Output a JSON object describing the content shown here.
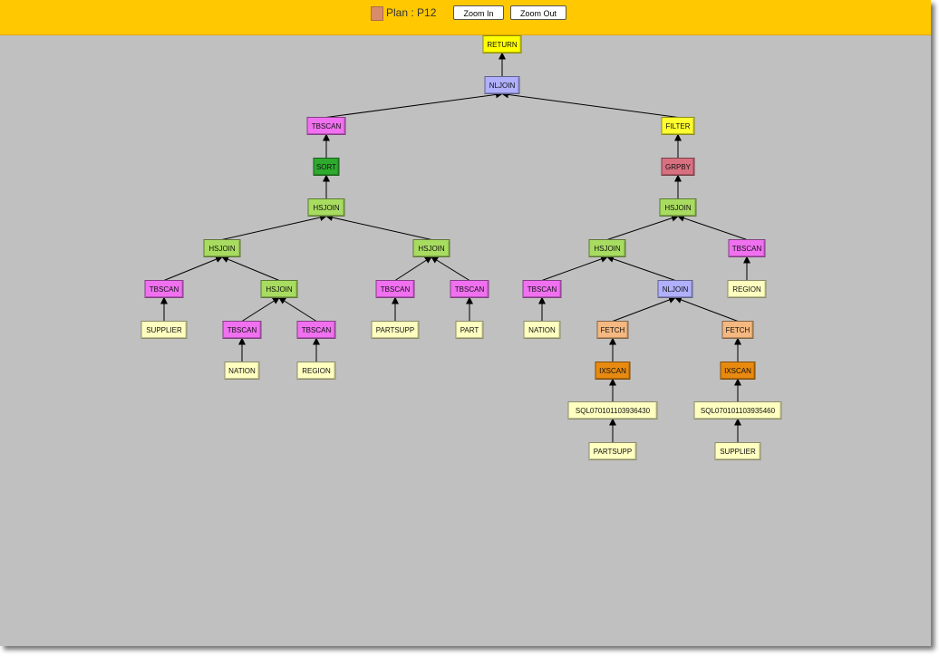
{
  "toolbar": {
    "plan_label": "Plan : P12",
    "plan_color": "#d98c6a",
    "zoom_in_label": "Zoom In",
    "zoom_out_label": "Zoom Out"
  },
  "colors": {
    "toolbar_bg": "#ffc800",
    "canvas_bg": "#c0c0c0",
    "RETURN": "#ffff00",
    "NLJOIN": "#b0b0ff",
    "TBSCAN": "#f070f0",
    "FILTER": "#ffff30",
    "SORT": "#2eaa2e",
    "GRPBY": "#d87080",
    "HSJOIN": "#a8dc60",
    "FETCH": "#f4b880",
    "IXSCAN": "#e88a10",
    "table": "#ffffc0",
    "index": "#ffffc0"
  },
  "nodes": [
    {
      "id": "n1",
      "label": "RETURN",
      "kind": "RETURN"
    },
    {
      "id": "n2",
      "label": "NLJOIN",
      "kind": "NLJOIN"
    },
    {
      "id": "n3",
      "label": "TBSCAN",
      "kind": "TBSCAN"
    },
    {
      "id": "n4",
      "label": "FILTER",
      "kind": "FILTER"
    },
    {
      "id": "n5",
      "label": "SORT",
      "kind": "SORT"
    },
    {
      "id": "n6",
      "label": "GRPBY",
      "kind": "GRPBY"
    },
    {
      "id": "n7",
      "label": "HSJOIN",
      "kind": "HSJOIN"
    },
    {
      "id": "n8",
      "label": "HSJOIN",
      "kind": "HSJOIN"
    },
    {
      "id": "n9",
      "label": "HSJOIN",
      "kind": "HSJOIN"
    },
    {
      "id": "n10",
      "label": "HSJOIN",
      "kind": "HSJOIN"
    },
    {
      "id": "n11",
      "label": "HSJOIN",
      "kind": "HSJOIN"
    },
    {
      "id": "n12",
      "label": "TBSCAN",
      "kind": "TBSCAN"
    },
    {
      "id": "n13",
      "label": "TBSCAN",
      "kind": "TBSCAN"
    },
    {
      "id": "n14",
      "label": "HSJOIN",
      "kind": "HSJOIN"
    },
    {
      "id": "n15",
      "label": "TBSCAN",
      "kind": "TBSCAN"
    },
    {
      "id": "n16",
      "label": "TBSCAN",
      "kind": "TBSCAN"
    },
    {
      "id": "n17",
      "label": "TBSCAN",
      "kind": "TBSCAN"
    },
    {
      "id": "n18",
      "label": "NLJOIN",
      "kind": "NLJOIN"
    },
    {
      "id": "n19",
      "label": "REGION",
      "kind": "table"
    },
    {
      "id": "n20",
      "label": "SUPPLIER",
      "kind": "table"
    },
    {
      "id": "n21",
      "label": "TBSCAN",
      "kind": "TBSCAN"
    },
    {
      "id": "n22",
      "label": "TBSCAN",
      "kind": "TBSCAN"
    },
    {
      "id": "n23",
      "label": "PARTSUPP",
      "kind": "table"
    },
    {
      "id": "n24",
      "label": "PART",
      "kind": "table"
    },
    {
      "id": "n25",
      "label": "NATION",
      "kind": "table"
    },
    {
      "id": "n26",
      "label": "FETCH",
      "kind": "FETCH"
    },
    {
      "id": "n27",
      "label": "FETCH",
      "kind": "FETCH"
    },
    {
      "id": "n28",
      "label": "NATION",
      "kind": "table"
    },
    {
      "id": "n29",
      "label": "REGION",
      "kind": "table"
    },
    {
      "id": "n30",
      "label": "IXSCAN",
      "kind": "IXSCAN"
    },
    {
      "id": "n31",
      "label": "IXSCAN",
      "kind": "IXSCAN"
    },
    {
      "id": "n32",
      "label": "SQL070101103936430",
      "kind": "index"
    },
    {
      "id": "n33",
      "label": "SQL070101103935460",
      "kind": "index"
    },
    {
      "id": "n34",
      "label": "PARTSUPP",
      "kind": "table"
    },
    {
      "id": "n35",
      "label": "SUPPLIER",
      "kind": "table"
    }
  ],
  "edges": [
    {
      "from": "n2",
      "to": "n1"
    },
    {
      "from": "n3",
      "to": "n2"
    },
    {
      "from": "n4",
      "to": "n2"
    },
    {
      "from": "n5",
      "to": "n3"
    },
    {
      "from": "n6",
      "to": "n4"
    },
    {
      "from": "n7",
      "to": "n5"
    },
    {
      "from": "n8",
      "to": "n6"
    },
    {
      "from": "n9",
      "to": "n7"
    },
    {
      "from": "n10",
      "to": "n7"
    },
    {
      "from": "n11",
      "to": "n8"
    },
    {
      "from": "n17",
      "to": "n8"
    },
    {
      "from": "n12",
      "to": "n9"
    },
    {
      "from": "n14",
      "to": "n9"
    },
    {
      "from": "n15",
      "to": "n10"
    },
    {
      "from": "n16",
      "to": "n10"
    },
    {
      "from": "n13",
      "to": "n11"
    },
    {
      "from": "n18",
      "to": "n11"
    },
    {
      "from": "n19",
      "to": "n17"
    },
    {
      "from": "n20",
      "to": "n12"
    },
    {
      "from": "n21",
      "to": "n14"
    },
    {
      "from": "n22",
      "to": "n14"
    },
    {
      "from": "n23",
      "to": "n15"
    },
    {
      "from": "n24",
      "to": "n16"
    },
    {
      "from": "n25",
      "to": "n13"
    },
    {
      "from": "n26",
      "to": "n18"
    },
    {
      "from": "n27",
      "to": "n18"
    },
    {
      "from": "n28",
      "to": "n21"
    },
    {
      "from": "n29",
      "to": "n22"
    },
    {
      "from": "n30",
      "to": "n26"
    },
    {
      "from": "n31",
      "to": "n27"
    },
    {
      "from": "n32",
      "to": "n30"
    },
    {
      "from": "n33",
      "to": "n31"
    },
    {
      "from": "n34",
      "to": "n32"
    },
    {
      "from": "n35",
      "to": "n33"
    }
  ]
}
